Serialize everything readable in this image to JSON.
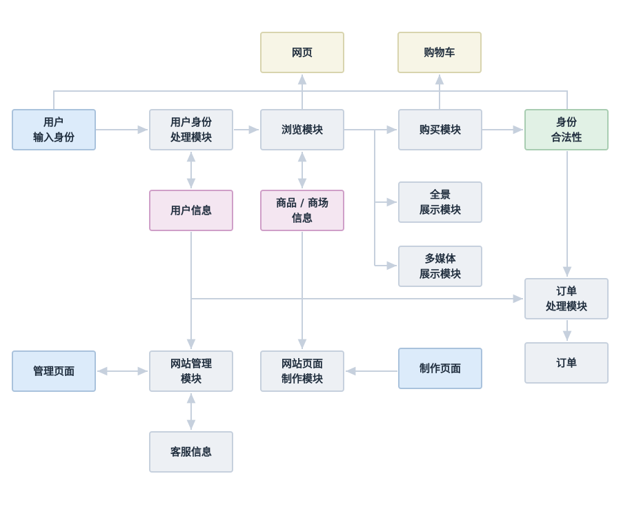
{
  "diagram": {
    "colors": {
      "line": "#c6d0dd",
      "node_default": "#edf0f4",
      "node_yellow": "#f7f5e6",
      "node_blue": "#dcebfa",
      "node_green": "#e1f1e5",
      "node_purple": "#f4e6f1",
      "text": "#1f2d3d"
    },
    "nodes": {
      "webpage": "网页",
      "cart": "购物车",
      "user_input": "用户\n输入身份",
      "identity_processing": "用户身份\n处理模块",
      "browse": "浏览模块",
      "purchase": "购买模块",
      "identity_valid": "身份\n合法性",
      "user_info": "用户信息",
      "goods_info": "商品 / 商场\n信息",
      "panorama": "全景\n展示模块",
      "multimedia": "多媒体\n展示模块",
      "order_processing": "订单\n处理模块",
      "order": "订单",
      "admin_page": "管理页面",
      "site_mgmt": "网站管理\n模块",
      "page_maker": "网站页面\n制作模块",
      "make_page": "制作页面",
      "cs_info": "客服信息"
    }
  }
}
